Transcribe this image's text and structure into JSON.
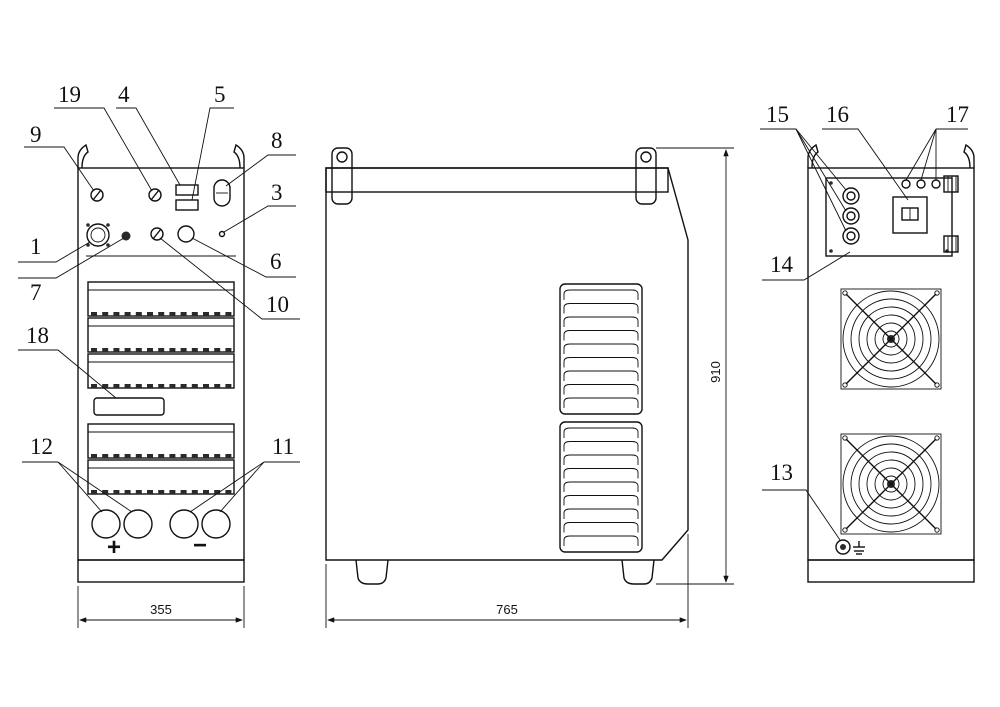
{
  "callouts": [
    "1",
    "3",
    "4",
    "5",
    "6",
    "7",
    "8",
    "9",
    "10",
    "11",
    "12",
    "13",
    "14",
    "15",
    "16",
    "17",
    "18",
    "19"
  ],
  "dimensions": {
    "width_front": "355",
    "depth_side": "765",
    "height": "910"
  },
  "polarity": {
    "plus": "+",
    "minus": "−"
  },
  "colors": {
    "line": "#111111",
    "background": "#ffffff"
  }
}
